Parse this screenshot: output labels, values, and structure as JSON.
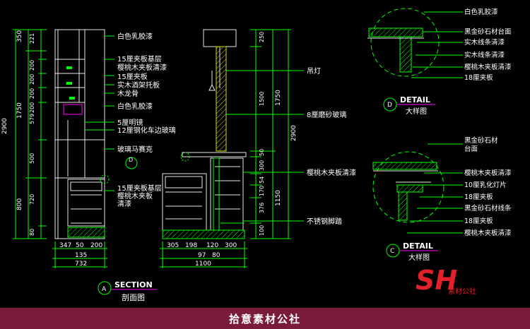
{
  "section": {
    "title": "SECTION",
    "subtitle": "剖面图",
    "marker": "A",
    "left_dims_outer": [
      "2900"
    ],
    "left_dims_mid": [
      "350",
      "1750",
      "800"
    ],
    "left_dims_inner": [
      "221",
      "200",
      "200",
      "200",
      "200",
      "579",
      "500",
      "720",
      "80"
    ],
    "bottom_dims_row1": [
      "347",
      "50",
      "200"
    ],
    "bottom_dims_row2": [
      "135"
    ],
    "bottom_dims_row3": [
      "732"
    ],
    "right_bottom_dims_row1": [
      "305",
      "198",
      "120",
      "300"
    ],
    "right_bottom_dims_row2": [
      "97",
      "80"
    ],
    "right_bottom_dims_row3": [
      "1100"
    ],
    "right_dims_inner": [
      "250",
      "1500",
      "50",
      "300",
      "54",
      "170",
      "376",
      "100"
    ],
    "right_dims_mid": [
      "1750",
      "1150"
    ],
    "right_dims_outer": [
      "2900"
    ],
    "labels_left": [
      "白色乳胶漆",
      "15厘夹板基层",
      "樱桃木夹板清漆",
      "15厘夹板",
      "实木酒架托板",
      "木龙骨",
      "白色乳胶漆",
      "5厘明镜",
      "12厘钢化车边玻璃",
      "玻璃马赛克",
      "15厘夹板基层",
      "樱桃木夹板",
      "清漆"
    ],
    "labels_right": [
      "吊灯",
      "8厘磨砂玻璃",
      "樱桃木夹板清漆",
      "不锈钢脚踏"
    ],
    "callout_marker": "D"
  },
  "detail_d": {
    "title": "DETAIL",
    "subtitle": "大样图",
    "marker": "D",
    "labels": [
      "白色乳胶漆",
      "黑金砂石材台面",
      "实木线条清漆",
      "实木线条清漆",
      "樱桃木夹板清漆",
      "18厘夹板"
    ]
  },
  "detail_c": {
    "title": "DETAIL",
    "subtitle": "大样图",
    "marker": "C",
    "labels": [
      "黑金砂石材",
      "台面",
      "樱桃木夹板清漆",
      "10厘乳化灯片",
      "18厘夹板",
      "黑金砂石材线条",
      "18厘夹板",
      "樱桃木夹板清漆"
    ]
  },
  "logo": {
    "letters": "SH",
    "caption": "素材公社"
  },
  "footer": {
    "text": "拾意素材公社"
  },
  "colors": {
    "background": "#000000",
    "line_green": "#00ff00",
    "text_white": "#ffffff",
    "furniture_white": "#e8e8e8",
    "magenta": "#ff00ff",
    "logo_red": "#e0202a",
    "footer_bg": "#7a1a3c"
  }
}
